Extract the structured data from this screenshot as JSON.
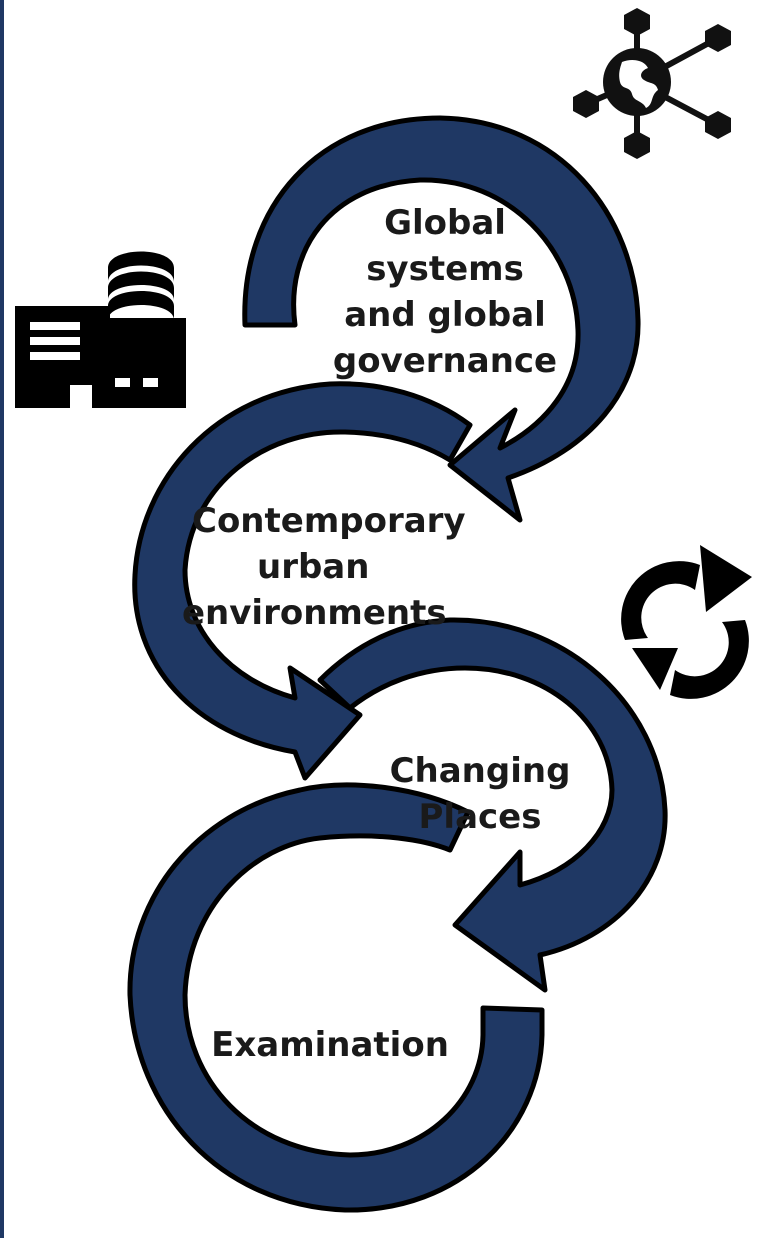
{
  "stages": [
    {
      "id": "global",
      "lines": [
        "Global",
        "systems",
        "and global",
        "governance"
      ]
    },
    {
      "id": "urban",
      "lines": [
        "Contemporary",
        "urban",
        "environments"
      ]
    },
    {
      "id": "changing",
      "lines": [
        "Changing",
        "Places"
      ]
    },
    {
      "id": "exam",
      "lines": [
        "Examination"
      ]
    }
  ],
  "icons": [
    "globe-network-icon",
    "factory-icon",
    "refresh-cycle-icon"
  ],
  "colors": {
    "arrow_fill": "#1f3864",
    "arrow_outline": "#000000",
    "text": "#1a1a1a",
    "page_bg": "#ffffff"
  }
}
